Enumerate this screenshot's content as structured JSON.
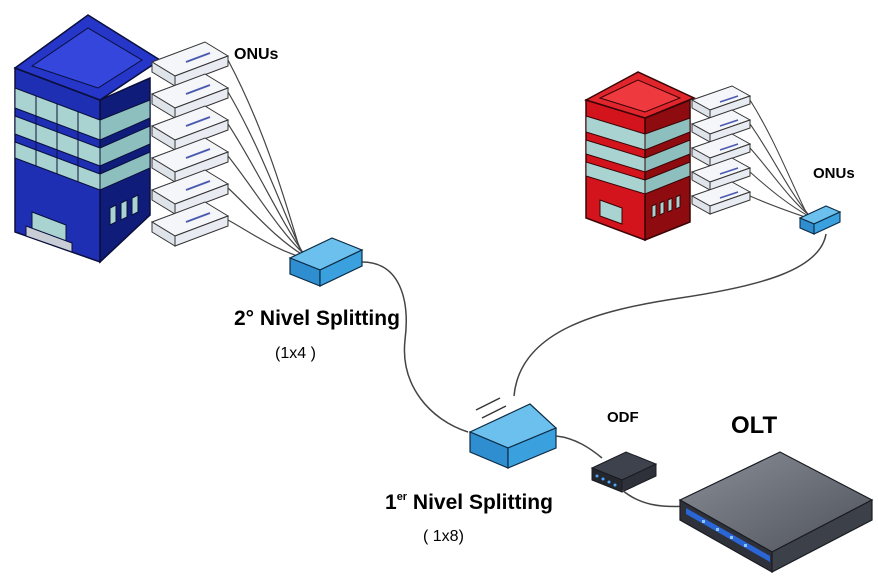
{
  "labels": {
    "onus_left": "ONUs",
    "onus_right": "ONUs",
    "level2_title": "2° Nivel Splitting",
    "level2_ratio": "(1x4 )",
    "level1_prefix": "1",
    "level1_sup": "er",
    "level1_rest": " Nivel Splitting",
    "level1_ratio": "( 1x8)",
    "odf": "ODF",
    "olt": "OLT"
  },
  "colors": {
    "building_left": "#1e2fb4",
    "building_right": "#d3141c",
    "glass": "#a9d3d1",
    "splitter": "#3aa0de",
    "olt_body": "#5c6068",
    "olt_accent": "#2a66d6"
  }
}
